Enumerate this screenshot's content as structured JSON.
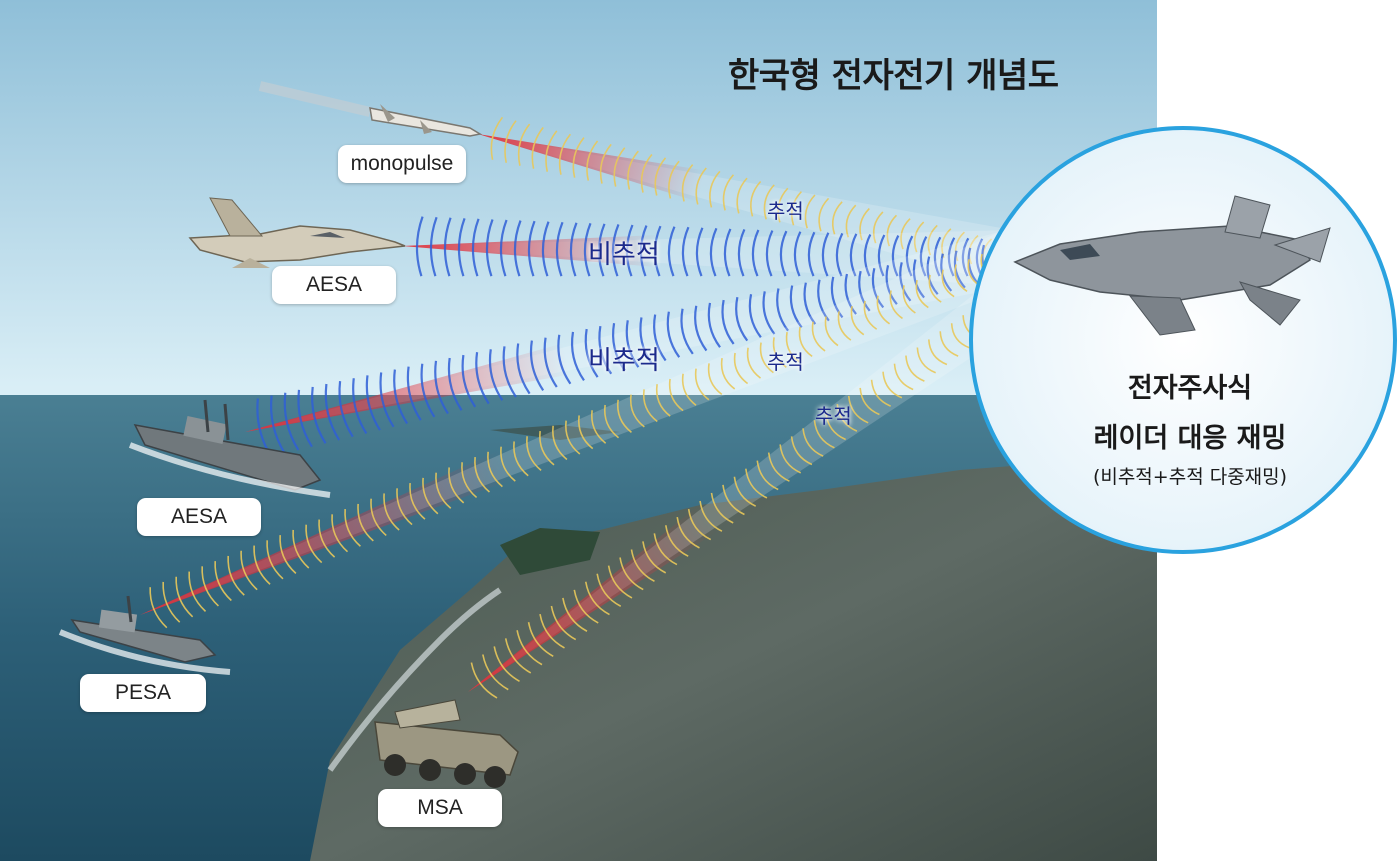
{
  "title": "한국형 전자전기 개념도",
  "threats": [
    {
      "label": "monopulse"
    },
    {
      "label": "AESA"
    },
    {
      "label": "AESA"
    },
    {
      "label": "PESA"
    },
    {
      "label": "MSA"
    }
  ],
  "beam_labels": {
    "tracking_1": "추적",
    "non_tracking_1": "비추적",
    "non_tracking_2": "비추적",
    "tracking_2": "추적",
    "tracking_3": "추적"
  },
  "jammer": {
    "line1": "전자주사식",
    "line2": "레이더 대응 재밍",
    "line3": "(비추적+추적 다중재밍)"
  },
  "colors": {
    "circle_border": "#2aa2df",
    "tracking_wave": "#e8c85a",
    "non_tracking_wave": "#2f5fd6",
    "beam_core": "#e0303a"
  }
}
